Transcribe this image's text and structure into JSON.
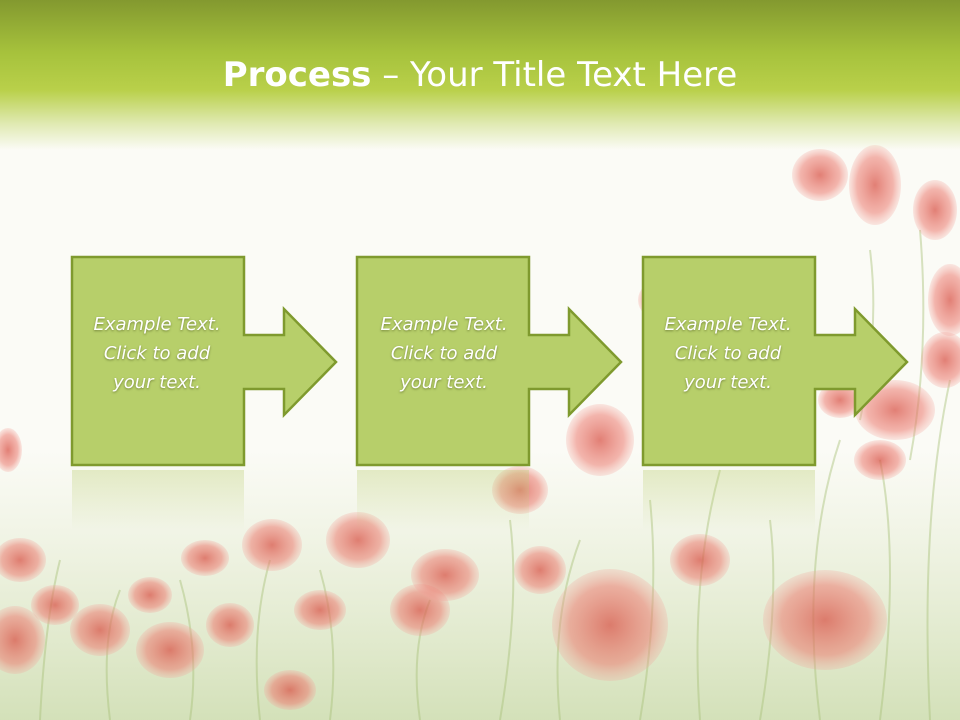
{
  "slide": {
    "title_bold": "Process",
    "title_rest": " – Your Title Text Here"
  },
  "steps": [
    {
      "line1": "Example Text.",
      "line2": "Click  to add",
      "line3": "your text."
    },
    {
      "line1": "Example Text.",
      "line2": "Click  to add",
      "line3": "your text."
    },
    {
      "line1": "Example Text.",
      "line2": "Click  to add",
      "line3": "your text."
    }
  ],
  "colors": {
    "header_dark": "#83992f",
    "header_light": "#b9d04a",
    "box_fill": "#b7cf6a",
    "box_border": "#7f9a2e",
    "poppy": "#e66a5e"
  }
}
